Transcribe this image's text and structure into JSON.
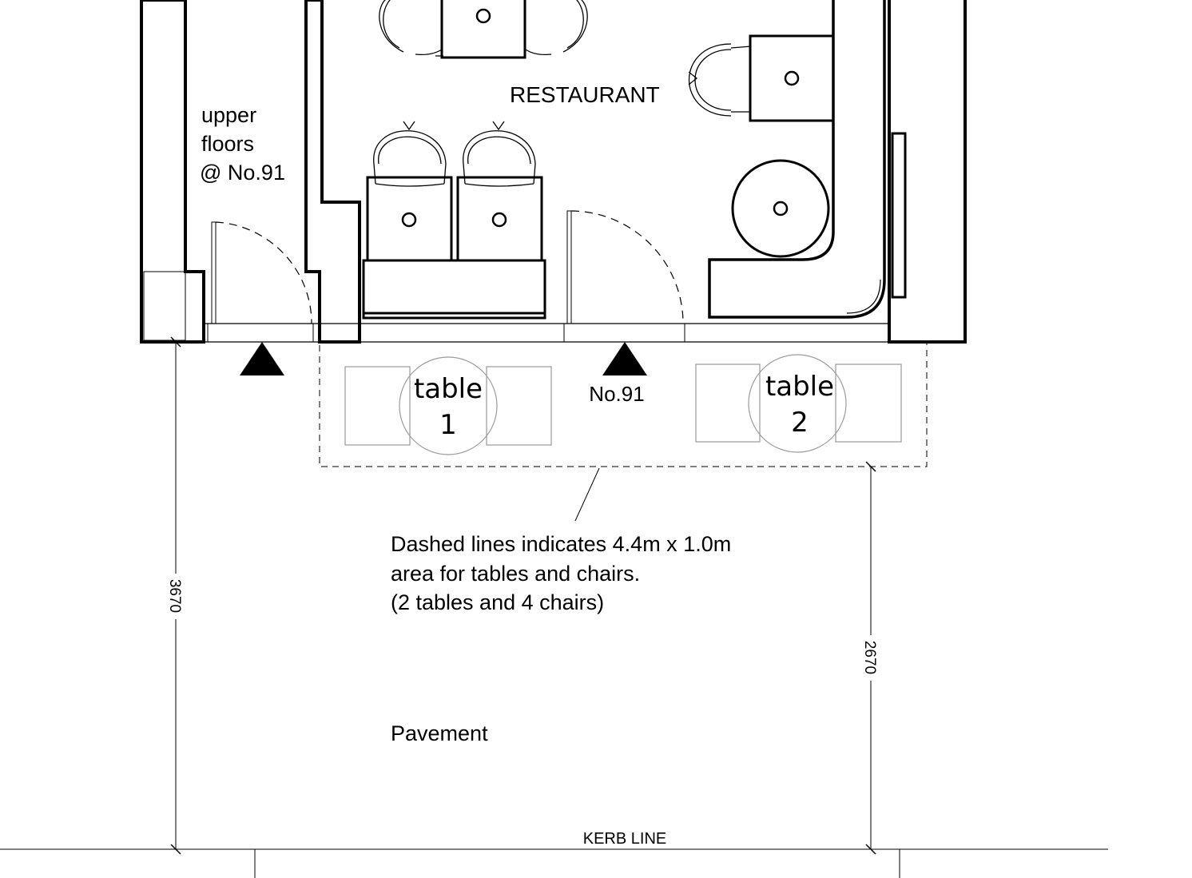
{
  "labels": {
    "upper_floors": [
      "upper",
      "floors",
      "@ No.91"
    ],
    "restaurant": "RESTAURANT",
    "entrance": "No.91",
    "table1": [
      "table",
      "1"
    ],
    "table2": [
      "table",
      "2"
    ],
    "note": [
      "Dashed lines indicates 4.4m x 1.0m",
      "area for tables and chairs.",
      "(2 tables and 4 chairs)"
    ],
    "pavement": "Pavement",
    "kerb": "KERB LINE"
  },
  "dimensions": {
    "left": "3670",
    "right": "2670"
  },
  "colors": {
    "line": "#000000",
    "furniture_outdoor": "#9a9a9a"
  }
}
